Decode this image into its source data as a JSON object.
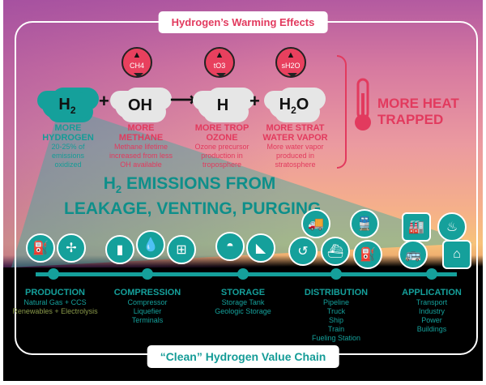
{
  "header": {
    "title": "Hydrogen’s Warming Effects"
  },
  "footer": {
    "title": "“Clean” Hydrogen Value Chain"
  },
  "reaction": {
    "species": [
      {
        "formula": "H",
        "sub": "2",
        "heading": "MORE HYDROGEN",
        "desc": "20-25% of emissions oxidized"
      },
      {
        "formula": "OH",
        "sub": "",
        "heading": "MORE METHANE",
        "desc": "Methane lifetime increased from less OH available",
        "pin": "CH4"
      },
      {
        "formula": "H",
        "sub": "",
        "heading": "MORE TROP OZONE",
        "desc": "Ozone precursor production in troposphere",
        "pin": "tO3"
      },
      {
        "formula": "H2O",
        "sub": "",
        "heading": "MORE STRAT WATER VAPOR",
        "desc": "More water vapor produced in stratosphere",
        "pin": "sH2O"
      }
    ],
    "plus": "+",
    "arrow": "⟶"
  },
  "heat": {
    "label": "MORE HEAT TRAPPED",
    "icon": "thermometer-icon"
  },
  "emissions": {
    "line1": "H2 EMISSIONS FROM",
    "line2": "LEAKAGE, VENTING, PURGING"
  },
  "stages": [
    {
      "title": "PRODUCTION",
      "items": [
        "Natural Gas + CCS",
        "Renewables + Electrolysis"
      ]
    },
    {
      "title": "COMPRESSION",
      "items": [
        "Compressor",
        "Liquefier",
        "Terminals"
      ]
    },
    {
      "title": "STORAGE",
      "items": [
        "Storage Tank",
        "Geologic Storage"
      ]
    },
    {
      "title": "DISTRIBUTION",
      "items": [
        "Pipeline",
        "Truck",
        "Ship",
        "Train",
        "Fueling Station"
      ]
    },
    {
      "title": "APPLICATION",
      "items": [
        "Transport",
        "Industry",
        "Power",
        "Buildings"
      ]
    }
  ],
  "colors": {
    "teal": "#159c97",
    "red": "#e23a5e"
  }
}
